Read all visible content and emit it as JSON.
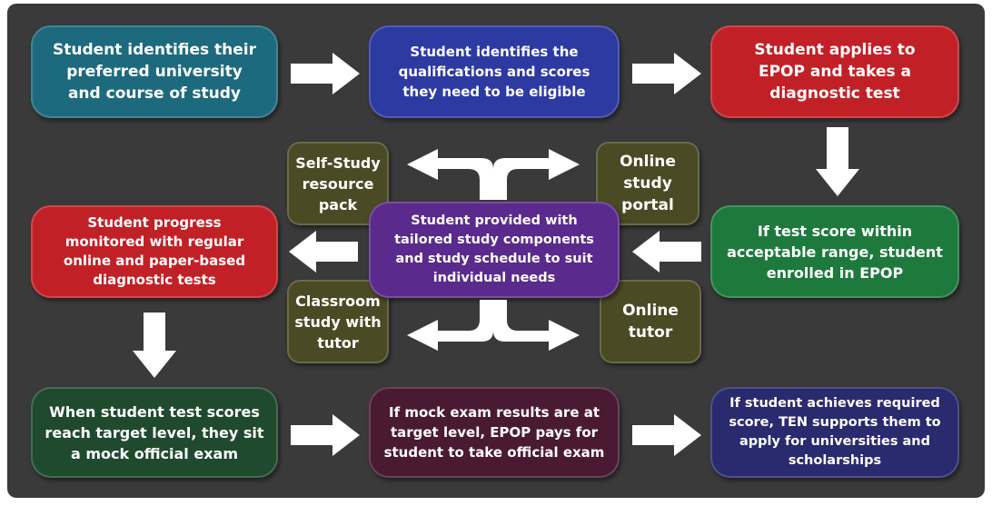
{
  "colors": {
    "teal": "#1d6a7e",
    "blue": "#2c3aa1",
    "red": "#c22027",
    "green": "#1e7a3c",
    "dark_green": "#1f4a2e",
    "purple": "#5a2a8c",
    "maroon": "#4a1a32",
    "navy": "#2a2a6e",
    "olive": "#4a4a24",
    "background": "#3a3a3a",
    "arrow": "#ffffff"
  },
  "steps": {
    "identify_university": "Student identifies their\npreferred university\nand course of study",
    "identify_qualifications": "Student identifies the\nqualifications and scores\nthey need to be eligible",
    "apply_epop": "Student applies to\nEPOP and takes a\ndiagnostic test",
    "enrolled": "If test score within\nacceptable range, student\nenrolled in EPOP",
    "study_components": "Student provided with\ntailored study components\nand study schedule to suit\nindividual needs",
    "progress_monitored": "Student progress\nmonitored with regular\nonline and paper-based\ndiagnostic tests",
    "mock_exam": "When student test scores\nreach target level, they sit\na mock official exam",
    "official_exam": "If mock exam results are at\ntarget level, EPOP pays for\nstudent to take official exam",
    "ten_supports": "If student achieves required\nscore, TEN supports them to\napply for universities and\nscholarships"
  },
  "components": {
    "self_study": "Self-Study\nresource\npack",
    "online_portal": "Online\nstudy\nportal",
    "classroom": "Classroom\nstudy with\ntutor",
    "online_tutor": "Online\ntutor"
  }
}
